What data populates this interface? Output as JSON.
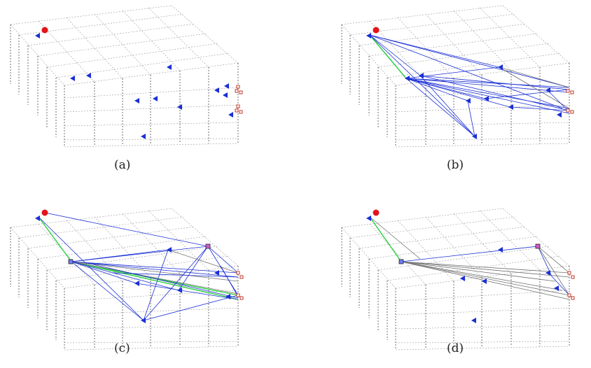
{
  "captions": [
    "(a)",
    "(b)",
    "(c)",
    "(d)"
  ],
  "colors": {
    "start_point": "#e3151a",
    "waypoint": "#1a2fd6",
    "edge_blue": "#1a2fd6",
    "edge_gray": "#6f6f6f",
    "edge_green": "#28d040",
    "node_square_fill": "#d05bd0",
    "target_marker": "#c0392b"
  },
  "icons": {
    "start_point": "red-dot-icon",
    "waypoint": "blue-triangle-icon",
    "target": "small-square-marker-icon"
  }
}
